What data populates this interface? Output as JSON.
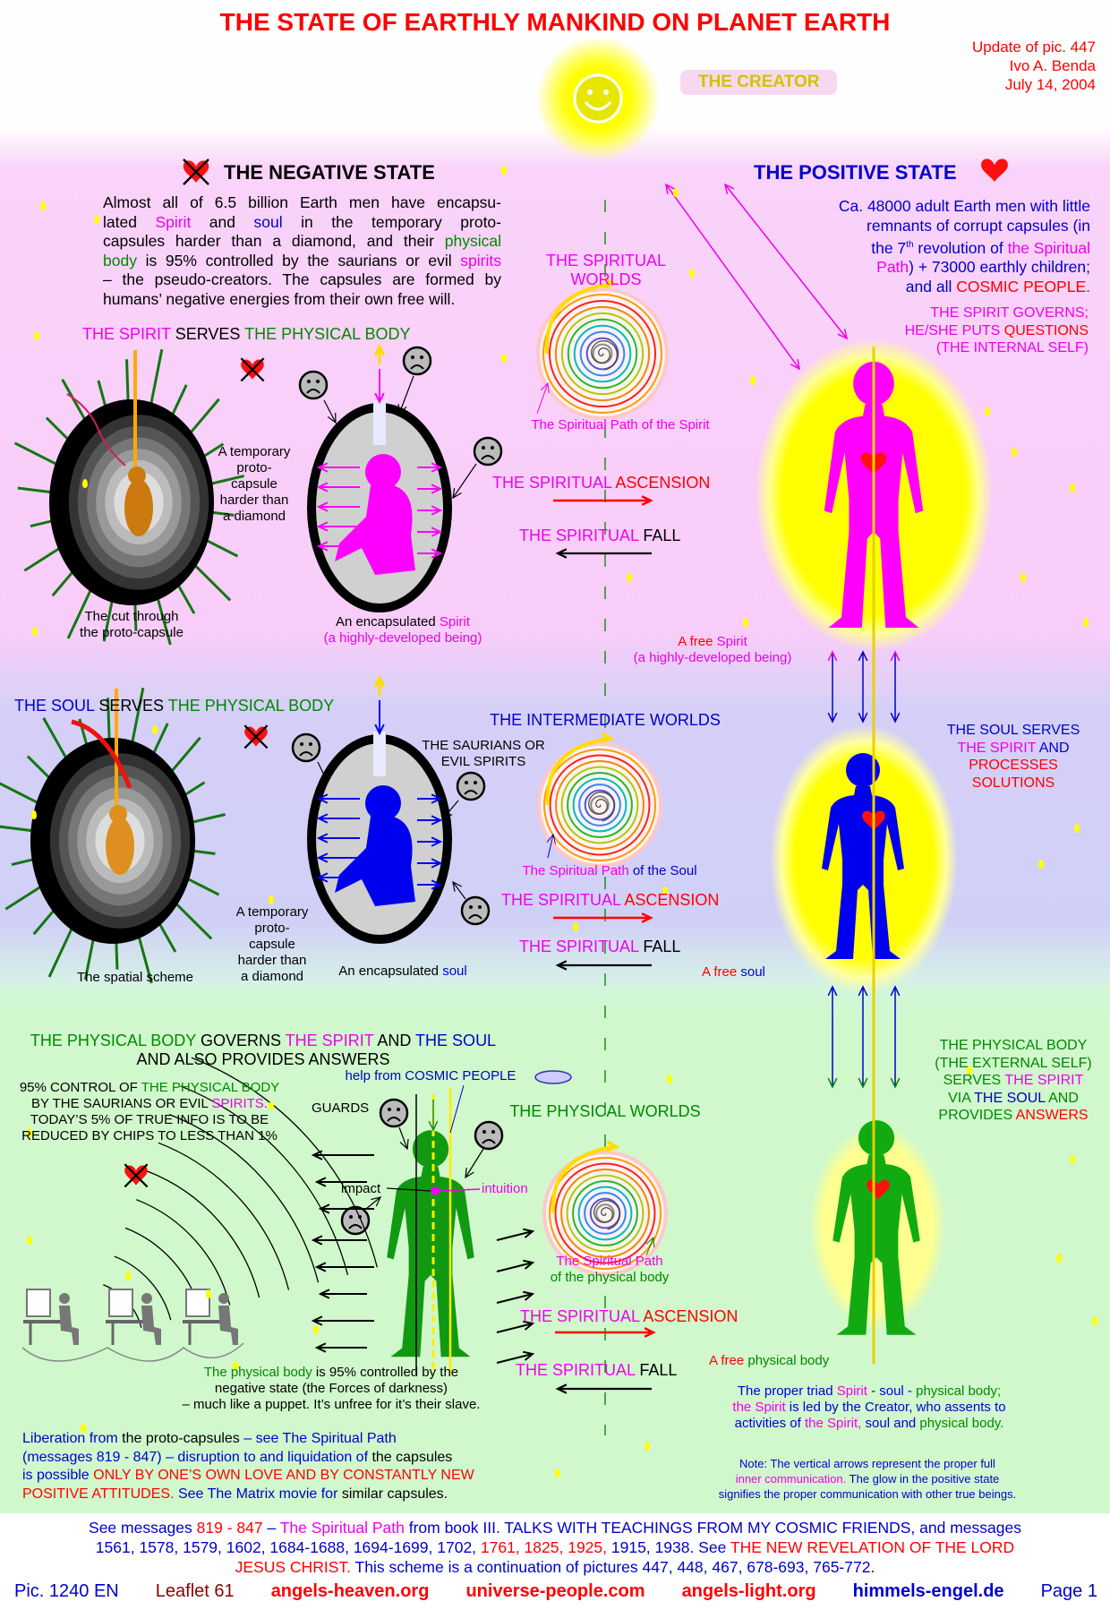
{
  "title": "THE STATE OF EARTHLY MANKIND ON PLANET EARTH",
  "update": [
    "Update of pic. 447",
    "Ivo A. Benda",
    "July 14, 2004"
  ],
  "creator": "THE CREATOR",
  "colors": {
    "k": "#000000",
    "m": "#ee00ee",
    "b": "#0000cc",
    "g": "#008800",
    "r": "#ff0000",
    "y": "#c8c800",
    "dr": "#8b0000"
  },
  "negative": {
    "heading": "THE NEGATIVE STATE",
    "paragraph": [
      [
        {
          "t": "Almost all of 6.5 billion Earth men have encapsu-",
          "c": "k"
        }
      ],
      [
        {
          "t": "lated ",
          "c": "k"
        },
        {
          "t": "Spirit",
          "c": "m"
        },
        {
          "t": " and ",
          "c": "k"
        },
        {
          "t": "soul",
          "c": "b"
        },
        {
          "t": " in the temporary proto-",
          "c": "k"
        }
      ],
      [
        {
          "t": "capsules harder than a diamond, and their ",
          "c": "k"
        },
        {
          "t": "physical",
          "c": "g"
        }
      ],
      [
        {
          "t": "body",
          "c": "g"
        },
        {
          "t": " is 95% controlled by the saurians or evil ",
          "c": "k"
        },
        {
          "t": "spirits",
          "c": "m"
        }
      ],
      [
        {
          "t": "– the pseudo-creators. The capsules are formed by",
          "c": "k"
        }
      ],
      [
        {
          "t": "humans’ negative energies from their own free will.",
          "c": "k"
        }
      ]
    ],
    "spirit_serves": [
      [
        {
          "t": "THE SPIRIT",
          "c": "m"
        },
        {
          "t": " SERVES ",
          "c": "k"
        },
        {
          "t": "THE PHYSICAL BODY",
          "c": "g"
        }
      ]
    ],
    "temp_capsule_1": [
      [
        {
          "t": "A temporary",
          "c": "k"
        }
      ],
      [
        {
          "t": "proto-",
          "c": "k"
        }
      ],
      [
        {
          "t": "capsule",
          "c": "k"
        }
      ],
      [
        {
          "t": "harder than",
          "c": "k"
        }
      ],
      [
        {
          "t": "a diamond",
          "c": "k"
        }
      ]
    ],
    "cut_through": [
      [
        {
          "t": "The cut through",
          "c": "k"
        }
      ],
      [
        {
          "t": "the proto-capsule",
          "c": "k"
        }
      ]
    ],
    "encapsulated_spirit": [
      [
        {
          "t": "An encapsulated ",
          "c": "k"
        },
        {
          "t": "Spirit",
          "c": "m"
        }
      ],
      [
        {
          "t": "(a highly-developed being)",
          "c": "m"
        }
      ]
    ],
    "soul_serves": [
      [
        {
          "t": "THE SOUL",
          "c": "b"
        },
        {
          "t": " SERVES ",
          "c": "k"
        },
        {
          "t": "THE PHYSICAL BODY",
          "c": "g"
        }
      ]
    ],
    "saurians": [
      [
        {
          "t": "THE SAURIANS OR",
          "c": "k"
        }
      ],
      [
        {
          "t": "EVIL SPIRITS",
          "c": "k"
        }
      ]
    ],
    "temp_capsule_2": [
      [
        {
          "t": "A temporary",
          "c": "k"
        }
      ],
      [
        {
          "t": "proto-",
          "c": "k"
        }
      ],
      [
        {
          "t": "capsule",
          "c": "k"
        }
      ],
      [
        {
          "t": "harder than",
          "c": "k"
        }
      ],
      [
        {
          "t": "a diamond",
          "c": "k"
        }
      ]
    ],
    "spatial_scheme": [
      [
        {
          "t": "The spatial scheme",
          "c": "k"
        }
      ]
    ],
    "encapsulated_soul": [
      [
        {
          "t": "An encapsulated ",
          "c": "k"
        },
        {
          "t": "soul",
          "c": "b"
        }
      ]
    ],
    "body_governs": [
      [
        {
          "t": "THE PHYSICAL BODY",
          "c": "g"
        },
        {
          "t": " GOVERNS ",
          "c": "k"
        },
        {
          "t": "THE SPIRIT",
          "c": "m"
        },
        {
          "t": " AND ",
          "c": "k"
        },
        {
          "t": "THE SOUL",
          "c": "b"
        }
      ],
      [
        {
          "t": "AND ALSO PROVIDES ANSWERS",
          "c": "k"
        }
      ]
    ],
    "control": [
      [
        {
          "t": "95% CONTROL OF ",
          "c": "k"
        },
        {
          "t": "THE PHYSICAL BODY",
          "c": "g"
        }
      ],
      [
        {
          "t": "BY THE SAURIANS OR EVIL ",
          "c": "k"
        },
        {
          "t": "SPIRITS.",
          "c": "m"
        }
      ],
      [
        {
          "t": "TODAY’S 5% OF TRUE INFO IS TO BE",
          "c": "k"
        }
      ],
      [
        {
          "t": "REDUCED BY CHIPS TO LESS THAN 1%",
          "c": "k"
        }
      ]
    ],
    "help": [
      [
        {
          "t": "help from COSMIC PEOPLE",
          "c": "b"
        }
      ]
    ],
    "guards": [
      [
        {
          "t": "GUARDS",
          "c": "k"
        }
      ]
    ],
    "impact": [
      [
        {
          "t": "impact",
          "c": "k"
        }
      ]
    ],
    "intuition": [
      [
        {
          "t": "intuition",
          "c": "m"
        }
      ]
    ],
    "body_controlled": [
      [
        {
          "t": "The physical body",
          "c": "g"
        },
        {
          "t": " is 95% controlled by the",
          "c": "k"
        }
      ],
      [
        {
          "t": "negative state (the Forces of darkness)",
          "c": "k"
        }
      ],
      [
        {
          "t": "– much like a puppet. It’s unfree for it’s their slave.",
          "c": "k"
        }
      ]
    ],
    "liberation": [
      [
        {
          "t": "Liberation from",
          "c": "b"
        },
        {
          "t": " the proto-capsules ",
          "c": "k"
        },
        {
          "t": "– see The Spiritual Path",
          "c": "b"
        }
      ],
      [
        {
          "t": "(messages 819 - 847) – disruption to and liquidation of",
          "c": "b"
        },
        {
          "t": " the capsules",
          "c": "k"
        }
      ],
      [
        {
          "t": "is possible ",
          "c": "b"
        },
        {
          "t": "ONLY BY ONE’S OWN LOVE AND BY CONSTANTLY NEW",
          "c": "r"
        }
      ],
      [
        {
          "t": "POSITIVE ATTITUDES.",
          "c": "r"
        },
        {
          "t": " See The Matrix movie for",
          "c": "b"
        },
        {
          "t": " similar capsules.",
          "c": "k"
        }
      ]
    ]
  },
  "middle": {
    "spiritual_worlds": [
      [
        {
          "t": "THE SPIRITUAL",
          "c": "m"
        }
      ],
      [
        {
          "t": "WORLDS",
          "c": "m"
        }
      ]
    ],
    "path_spirit": [
      [
        {
          "t": "The Spiritual Path of the Spirit",
          "c": "m"
        }
      ]
    ],
    "intermediate_worlds": [
      [
        {
          "t": "THE INTERMEDIATE WORLDS",
          "c": "b"
        }
      ]
    ],
    "path_soul": [
      [
        {
          "t": "The Spiritual Path",
          "c": "m"
        },
        {
          "t": " of the Soul",
          "c": "b"
        }
      ]
    ],
    "physical_worlds": [
      [
        {
          "t": "THE PHYSICAL WORLDS",
          "c": "g"
        }
      ]
    ],
    "path_body": [
      [
        {
          "t": "The Spiritual Path",
          "c": "m"
        }
      ],
      [
        {
          "t": "of the physical body",
          "c": "g"
        }
      ]
    ],
    "ascension": [
      {
        "t": "THE SPIRITUAL ",
        "c": "m"
      },
      {
        "t": "ASCENSION",
        "c": "r"
      }
    ],
    "fall": [
      {
        "t": "THE SPIRITUAL ",
        "c": "m"
      },
      {
        "t": "FALL",
        "c": "k"
      }
    ]
  },
  "positive": {
    "heading": "THE POSITIVE STATE",
    "paragraph": [
      [
        {
          "t": "Ca. 48000 adult Earth men with little",
          "c": "b"
        }
      ],
      [
        {
          "t": "remnants of corrupt capsules (in",
          "c": "b"
        }
      ],
      [
        {
          "t": "the 7",
          "c": "b"
        },
        {
          "t": "th",
          "c": "b"
        },
        {
          "t": " revolution of ",
          "c": "b"
        },
        {
          "t": "the Spiritual",
          "c": "m"
        }
      ],
      [
        {
          "t": "Path",
          "c": "m"
        },
        {
          "t": ") + 73000 earthly children;",
          "c": "b"
        }
      ],
      [
        {
          "t": "and all ",
          "c": "b"
        },
        {
          "t": "COSMIC PEOPLE.",
          "c": "r"
        }
      ]
    ],
    "spirit_governs": [
      [
        {
          "t": "THE SPIRIT GOVERNS;",
          "c": "m"
        }
      ],
      [
        {
          "t": "HE/SHE PUTS ",
          "c": "m"
        },
        {
          "t": "QUESTIONS",
          "c": "r"
        }
      ],
      [
        {
          "t": "(THE INTERNAL SELF)",
          "c": "m"
        }
      ]
    ],
    "free_spirit": [
      [
        {
          "t": "A free ",
          "c": "r"
        },
        {
          "t": "Spirit",
          "c": "m"
        }
      ],
      [
        {
          "t": "(a highly-developed being)",
          "c": "m"
        }
      ]
    ],
    "soul_serves": [
      [
        {
          "t": "THE SOUL SERVES",
          "c": "b"
        }
      ],
      [
        {
          "t": "THE SPIRIT",
          "c": "m"
        },
        {
          "t": " AND",
          "c": "b"
        }
      ],
      [
        {
          "t": "PROCESSES",
          "c": "r"
        }
      ],
      [
        {
          "t": "SOLUTIONS",
          "c": "r"
        }
      ]
    ],
    "free_soul": [
      [
        {
          "t": "A free ",
          "c": "r"
        },
        {
          "t": "soul",
          "c": "b"
        }
      ]
    ],
    "body_serves": [
      [
        {
          "t": "THE PHYSICAL BODY",
          "c": "g"
        }
      ],
      [
        {
          "t": "(THE EXTERNAL SELF)",
          "c": "g"
        }
      ],
      [
        {
          "t": "SERVES ",
          "c": "g"
        },
        {
          "t": "THE SPIRIT",
          "c": "m"
        }
      ],
      [
        {
          "t": "VIA ",
          "c": "g"
        },
        {
          "t": "THE SOUL",
          "c": "b"
        },
        {
          "t": " AND",
          "c": "g"
        }
      ],
      [
        {
          "t": "PROVIDES ",
          "c": "g"
        },
        {
          "t": "ANSWERS",
          "c": "r"
        }
      ]
    ],
    "free_body": [
      [
        {
          "t": "A free ",
          "c": "r"
        },
        {
          "t": "physical body",
          "c": "g"
        }
      ]
    ],
    "triad": [
      [
        {
          "t": "The proper triad ",
          "c": "b"
        },
        {
          "t": "Spirit",
          "c": "m"
        },
        {
          "t": " - soul - ",
          "c": "b"
        },
        {
          "t": "physical body;",
          "c": "g"
        }
      ],
      [
        {
          "t": "the Spirit",
          "c": "m"
        },
        {
          "t": " is led by the Creator, who assents to",
          "c": "b"
        }
      ],
      [
        {
          "t": "activities of ",
          "c": "b"
        },
        {
          "t": "the Spirit,",
          "c": "m"
        },
        {
          "t": " soul",
          "c": "b"
        },
        {
          "t": " and ",
          "c": "b"
        },
        {
          "t": "physical body.",
          "c": "g"
        }
      ]
    ],
    "note": [
      [
        {
          "t": "Note: The vertical arrows represent the proper full",
          "c": "b"
        }
      ],
      [
        {
          "t": "inner communication.",
          "c": "m"
        },
        {
          "t": " The glow in the positive state",
          "c": "b"
        }
      ],
      [
        {
          "t": "signifies the proper communication with other true beings.",
          "c": "b"
        }
      ]
    ]
  },
  "references": [
    [
      {
        "t": "See messages ",
        "c": "b"
      },
      {
        "t": "819 - 847",
        "c": "r"
      },
      {
        "t": " – ",
        "c": "b"
      },
      {
        "t": "The Spiritual Path",
        "c": "m"
      },
      {
        "t": " from book III. TALKS WITH TEACHINGS FROM MY COSMIC FRIENDS, and messages",
        "c": "b"
      }
    ],
    [
      {
        "t": "1561, 1578, 1579, 1602, 1684-1688, 1694-1699, 1702, ",
        "c": "b"
      },
      {
        "t": "1761, 1825, 1925,",
        "c": "r"
      },
      {
        "t": " 1915, 1938. See ",
        "c": "b"
      },
      {
        "t": "THE NEW REVELATION OF THE LORD",
        "c": "r"
      }
    ],
    [
      {
        "t": "JESUS CHRIST.",
        "c": "r"
      },
      {
        "t": " This scheme is a continuation of pictures 447, 448, 467, 678-693, 765-772.",
        "c": "b"
      }
    ]
  ],
  "footer": {
    "pic": "Pic. 1240 EN",
    "leaflet": "Leaflet 61",
    "links": [
      "angels-heaven.org",
      "universe-people.com",
      "angels-light.org",
      "himmels-engel.de"
    ],
    "page": "Page 1"
  }
}
